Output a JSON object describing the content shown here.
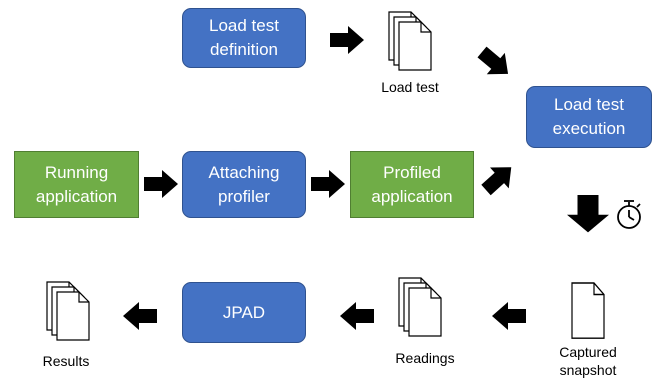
{
  "nodes": {
    "load_test_definition": "Load test\ndefinition",
    "load_test_execution": "Load test\nexecution",
    "running_application": "Running\napplication",
    "attaching_profiler": "Attaching\nprofiler",
    "profiled_application": "Profiled\napplication",
    "jpad": "JPAD"
  },
  "labels": {
    "load_test": "Load test",
    "captured_snapshot": "Captured\nsnapshot",
    "readings": "Readings",
    "results": "Results"
  },
  "colors": {
    "process_box": "#4472c4",
    "application_box": "#70ad47",
    "arrow": "#000000"
  },
  "icons": {
    "timer": "stopwatch-icon",
    "document": "document-icon",
    "document_stack": "document-stack-icon"
  }
}
